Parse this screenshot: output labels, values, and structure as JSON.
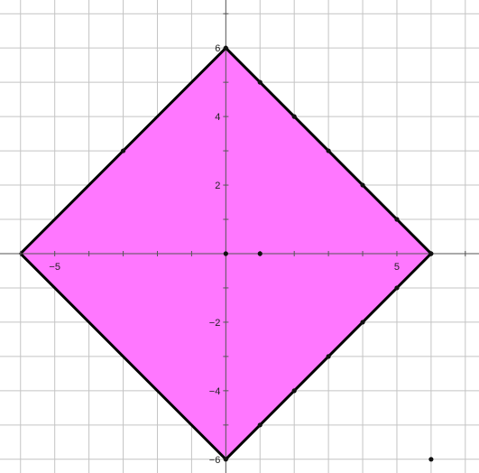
{
  "chart_data": {
    "type": "area",
    "title": "",
    "xlabel": "",
    "ylabel": "",
    "xlim": [
      -6.6,
      7.4
    ],
    "ylim": [
      -6.4,
      7.4
    ],
    "grid": true,
    "x_tick_labels": [
      {
        "value": -5,
        "label": "−5"
      },
      {
        "value": 5,
        "label": "5"
      }
    ],
    "y_tick_labels": [
      {
        "value": 6,
        "label": "6"
      },
      {
        "value": 4,
        "label": "4"
      },
      {
        "value": 2,
        "label": "2"
      },
      {
        "value": -2,
        "label": "−2"
      },
      {
        "value": -4,
        "label": "−4"
      },
      {
        "value": -6,
        "label": "−6"
      }
    ],
    "polygon": {
      "vertices": [
        [
          0,
          6
        ],
        [
          6,
          0
        ],
        [
          0,
          -6
        ],
        [
          -6,
          0
        ]
      ],
      "fill": "#ff77ff",
      "stroke": "#000000"
    },
    "points": [
      [
        0,
        6
      ],
      [
        1,
        5
      ],
      [
        2,
        4
      ],
      [
        3,
        3
      ],
      [
        4,
        2
      ],
      [
        5,
        1
      ],
      [
        6,
        0
      ],
      [
        5,
        -1
      ],
      [
        4,
        -2
      ],
      [
        3,
        -3
      ],
      [
        2,
        -4
      ],
      [
        1,
        -5
      ],
      [
        0,
        -6
      ],
      [
        -3,
        3
      ],
      [
        0,
        0
      ],
      [
        1,
        0
      ],
      [
        6,
        -6
      ]
    ],
    "colors": {
      "grid": "#c4c4c4",
      "axis": "#555555",
      "point": "#111111"
    }
  }
}
